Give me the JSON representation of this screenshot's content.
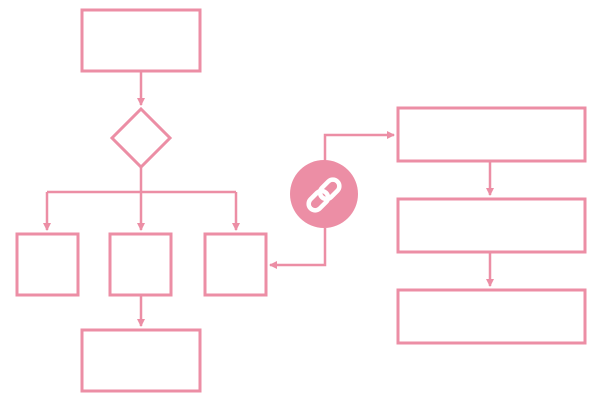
{
  "colors": {
    "stroke": "#ec8ea5",
    "badge_fill": "#ec8ea5",
    "badge_icon": "#ffffff",
    "background": "#ffffff"
  },
  "diagram": {
    "type": "flowchart",
    "nodes": [
      {
        "id": "start",
        "shape": "rectangle",
        "label": ""
      },
      {
        "id": "decision",
        "shape": "diamond",
        "label": ""
      },
      {
        "id": "branch-left",
        "shape": "rectangle",
        "label": ""
      },
      {
        "id": "branch-middle",
        "shape": "rectangle",
        "label": ""
      },
      {
        "id": "branch-right",
        "shape": "rectangle",
        "label": ""
      },
      {
        "id": "end",
        "shape": "rectangle",
        "label": ""
      },
      {
        "id": "linked-step-1",
        "shape": "rectangle",
        "label": ""
      },
      {
        "id": "linked-step-2",
        "shape": "rectangle",
        "label": ""
      },
      {
        "id": "linked-step-3",
        "shape": "rectangle",
        "label": ""
      }
    ],
    "connector": {
      "icon": "link-chain-icon"
    },
    "edges": [
      {
        "from": "start",
        "to": "decision"
      },
      {
        "from": "decision",
        "to": "branch-left"
      },
      {
        "from": "decision",
        "to": "branch-middle"
      },
      {
        "from": "decision",
        "to": "branch-right"
      },
      {
        "from": "branch-middle",
        "to": "end"
      },
      {
        "from": "link-connector",
        "to": "branch-right"
      },
      {
        "from": "link-connector",
        "to": "linked-step-1"
      },
      {
        "from": "linked-step-1",
        "to": "linked-step-2"
      },
      {
        "from": "linked-step-2",
        "to": "linked-step-3"
      }
    ]
  }
}
